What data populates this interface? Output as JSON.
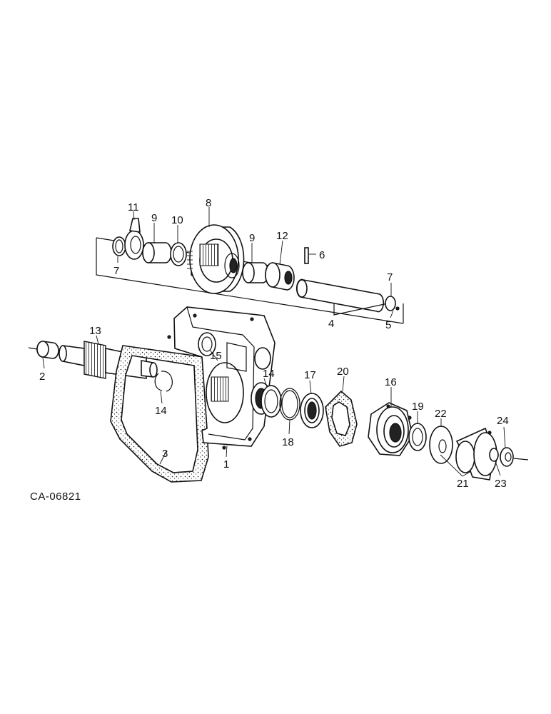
{
  "drawing_id": "CA-06821",
  "callouts": [
    "1",
    "2",
    "3",
    "4",
    "5",
    "6",
    "7",
    "7",
    "8",
    "9",
    "9",
    "10",
    "11",
    "12",
    "13",
    "14",
    "14",
    "15",
    "16",
    "17",
    "18",
    "19",
    "20",
    "21",
    "22",
    "23",
    "24"
  ]
}
